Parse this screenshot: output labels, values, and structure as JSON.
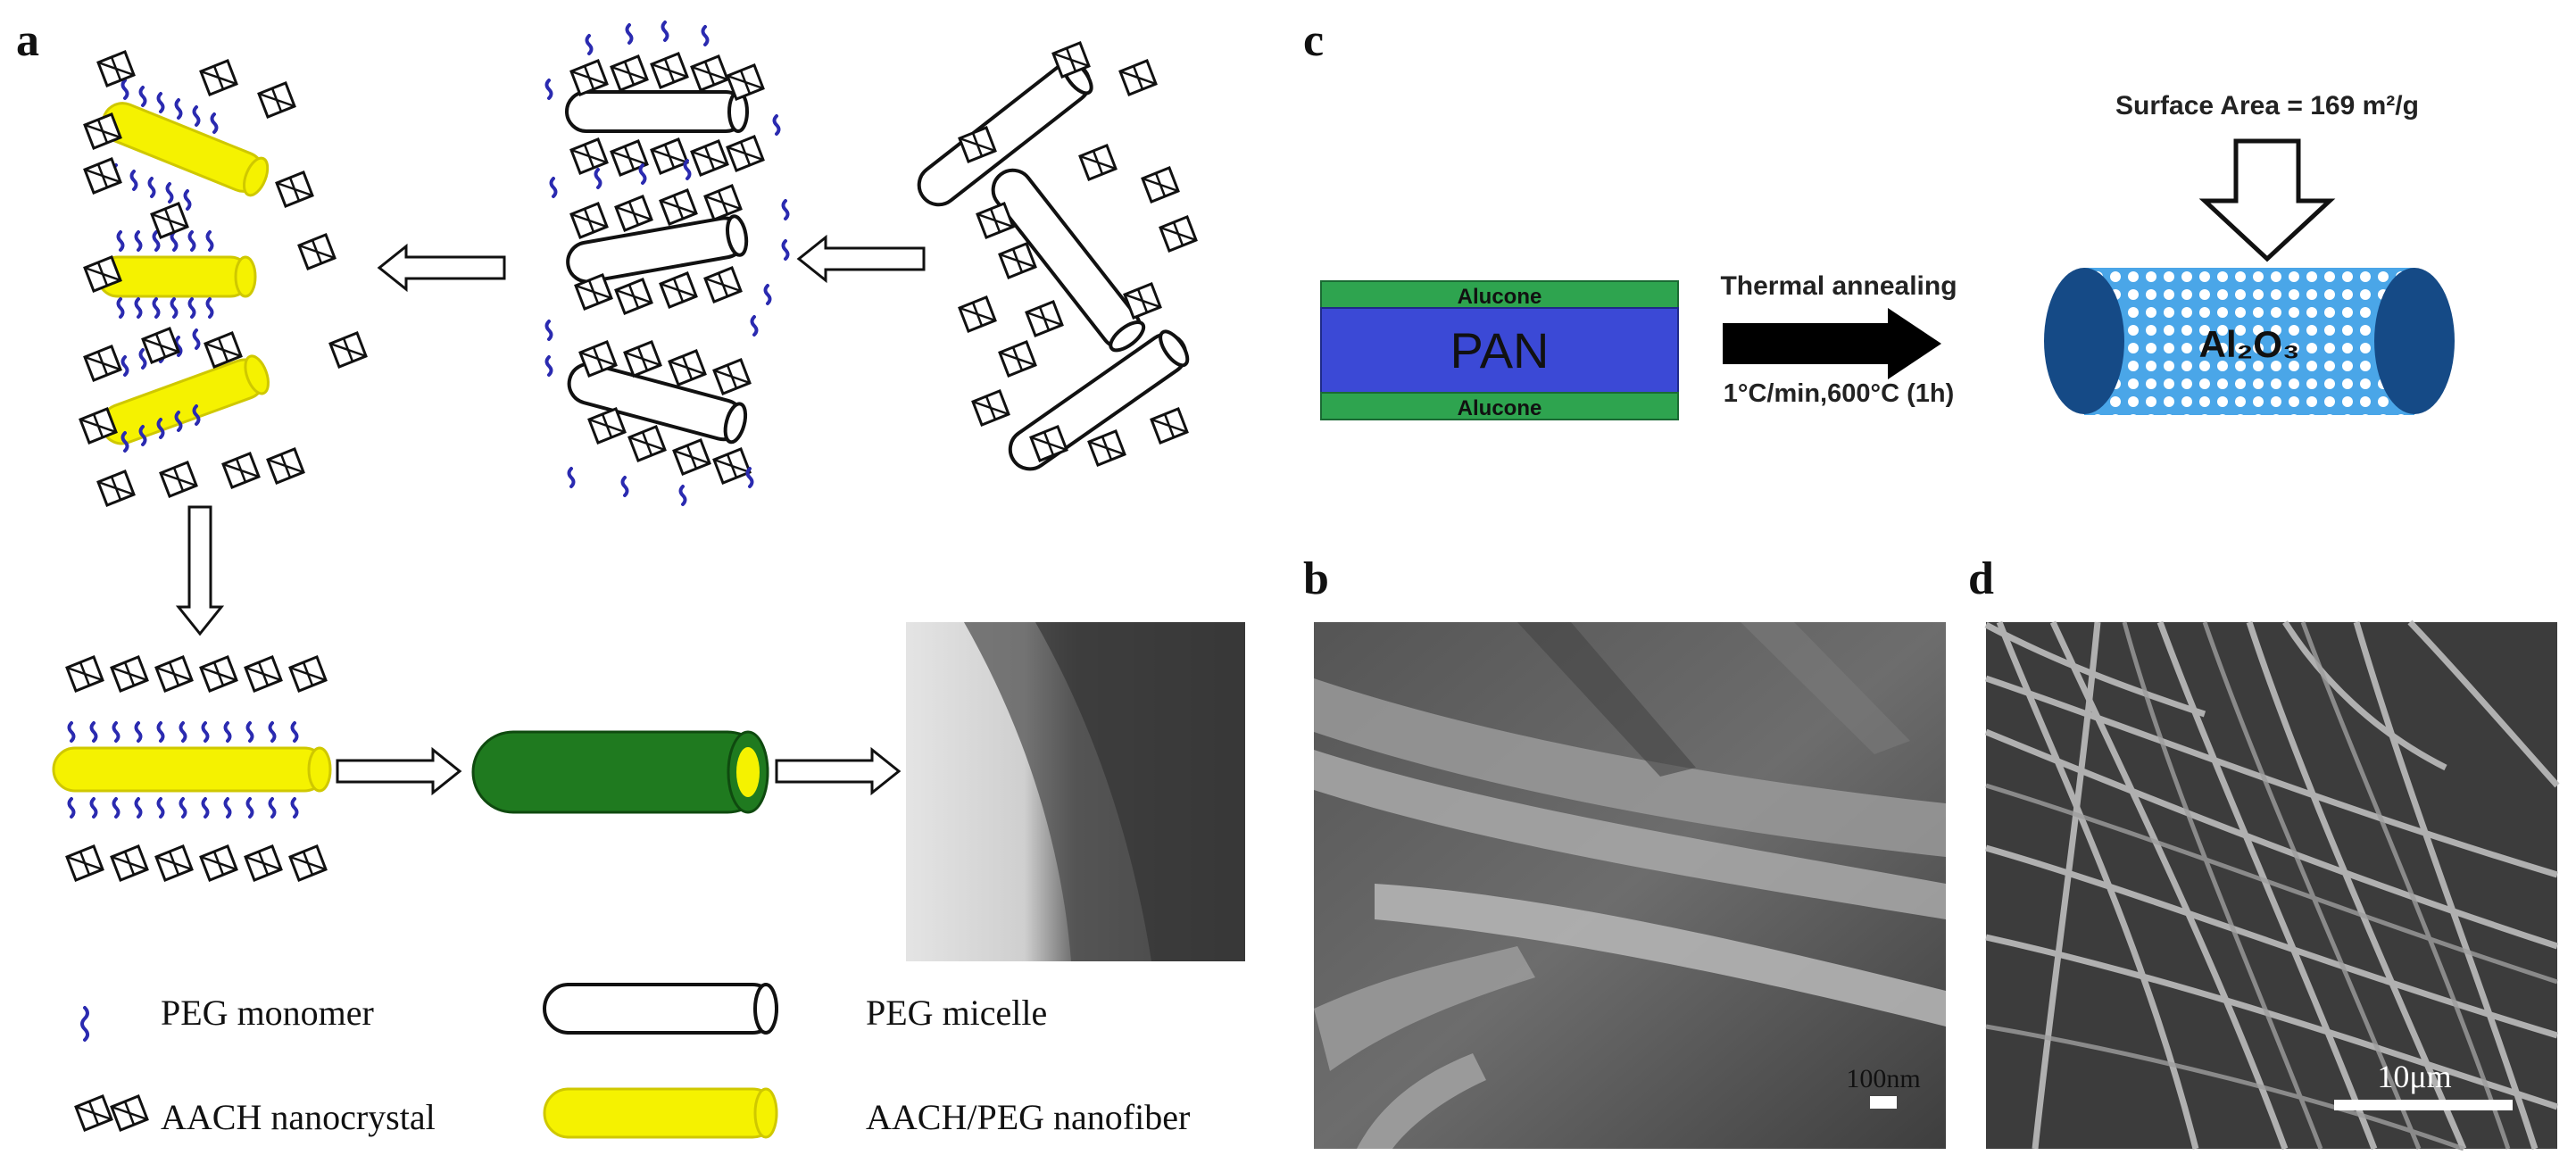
{
  "panels": {
    "a": {
      "label": "a"
    },
    "b": {
      "label": "b",
      "scale_bar": "100nm"
    },
    "c": {
      "label": "c",
      "layers": {
        "top": "Alucone",
        "middle": "PAN",
        "bottom": "Alucone"
      },
      "arrow_label_top": "Thermal annealing",
      "arrow_label_bottom": "1°C/min,600°C (1h)",
      "surface_area_label": "Surface Area = 169 m²/g",
      "product_label": "Al₂O₃"
    },
    "d": {
      "label": "d",
      "scale_bar": "10μm"
    }
  },
  "legend": [
    {
      "icon": "peg-monomer-icon",
      "text": "PEG monomer"
    },
    {
      "icon": "peg-micelle-icon",
      "text": "PEG micelle"
    },
    {
      "icon": "aach-nanocrystal-icon",
      "text": "AACH nanocrystal"
    },
    {
      "icon": "aach-peg-nanofiber-icon",
      "text": "AACH/PEG nanofiber"
    }
  ],
  "colors": {
    "peg_monomer": "#2a2ab0",
    "nanofiber": "#f5f200",
    "calcined_fiber": "#1f7a1f",
    "alucone": "#2ea44f",
    "pan": "#3b49d6",
    "al2o3_body": "#4aa6e8",
    "al2o3_cap": "#154a86"
  }
}
